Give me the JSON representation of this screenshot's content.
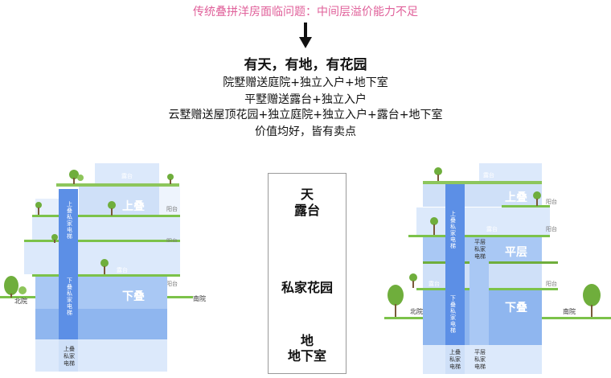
{
  "problem_title": "传统叠拼洋房面临问题：中间层溢价能力不足",
  "headline": "有天，有地，有花园",
  "benefits": [
    "院墅赠送庭院+独立入户+地下室",
    "平墅赠送露台+独立入户",
    "云墅赠送屋顶花园+独立庭院+独立入户+露台+地下室",
    "价值均好，皆有卖点"
  ],
  "center_box": {
    "top_l1": "天",
    "top_l2": "露台",
    "middle": "私家花园",
    "bottom_l1": "地",
    "bottom_l2": "地下室"
  },
  "left_building": {
    "upper_unit": "上叠",
    "lower_unit": "下叠",
    "terrace": "露台",
    "balcony": "阳台",
    "north_yard": "北院",
    "south_yard": "南院",
    "upper_elevator": "上叠私家电梯",
    "lower_elevator": "下叠私家电梯",
    "basement_elevator": [
      "上叠",
      "私家",
      "电梯"
    ]
  },
  "right_building": {
    "upper_unit": "上叠",
    "middle_unit": "平层",
    "lower_unit": "下叠",
    "terrace": "露台",
    "balcony": "阳台",
    "north_yard": "北院",
    "south_yard": "南院",
    "upper_elevator": "上叠私家电梯",
    "flat_elevator": [
      "平层",
      "私家",
      "电梯"
    ],
    "lower_elevator": "下叠私家电梯",
    "basement_elevator_upper": [
      "上叠",
      "私家",
      "电梯"
    ],
    "basement_elevator_flat": [
      "平层",
      "私家",
      "电梯"
    ]
  },
  "colors": {
    "problem_text": "#e0609a",
    "floor_light": "#dce9fb",
    "floor_mid": "#bcd4f6",
    "floor_strong": "#8fb6ef",
    "elevator": "#5c8fe6",
    "grass": "#7cc24a",
    "tree": "#6fae3c"
  }
}
